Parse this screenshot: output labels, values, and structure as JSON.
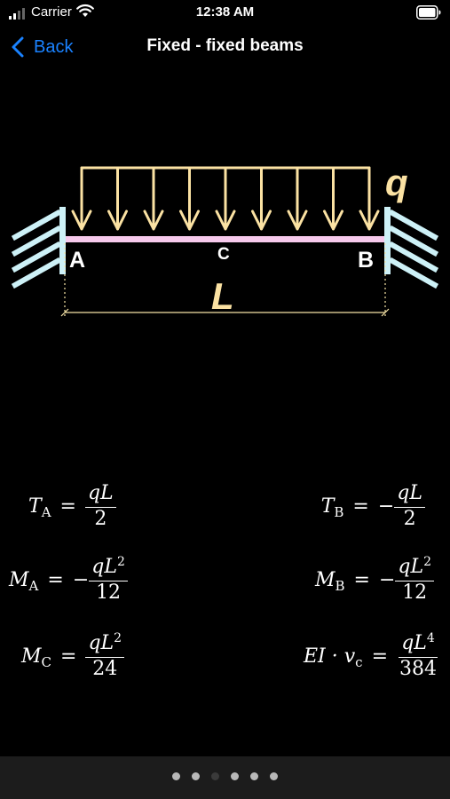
{
  "status_bar": {
    "carrier": "Carrier",
    "time": "12:38 AM"
  },
  "nav": {
    "back_label": "Back",
    "title": "Fixed - fixed beams"
  },
  "diagram": {
    "load_label": "q",
    "span_label": "L",
    "support_left_label": "A",
    "support_right_label": "B",
    "midpoint_label": "C",
    "colors": {
      "load": "#fbe2a3",
      "beam": "#f6c9ec",
      "wall": "#cdf1f7",
      "dimension": "#f6e4a6"
    }
  },
  "formulas": {
    "ta": {
      "symbol": "T",
      "sub": "A",
      "sign": "",
      "num": "qL",
      "exp": "",
      "den": "2"
    },
    "tb": {
      "symbol": "T",
      "sub": "B",
      "sign": "−",
      "num": "qL",
      "exp": "",
      "den": "2"
    },
    "ma": {
      "symbol": "M",
      "sub": "A",
      "sign": "−",
      "num": "qL",
      "exp": "2",
      "den": "12"
    },
    "mb": {
      "symbol": "M",
      "sub": "B",
      "sign": "−",
      "num": "qL",
      "exp": "2",
      "den": "12"
    },
    "mc": {
      "symbol": "M",
      "sub": "C",
      "sign": "",
      "num": "qL",
      "exp": "2",
      "den": "24"
    },
    "ei": {
      "symbol": "EI · v",
      "sub": "c",
      "sign": "",
      "num": "qL",
      "exp": "4",
      "den": "384"
    }
  },
  "page_indicator": {
    "count": 6,
    "current_index": 2
  }
}
